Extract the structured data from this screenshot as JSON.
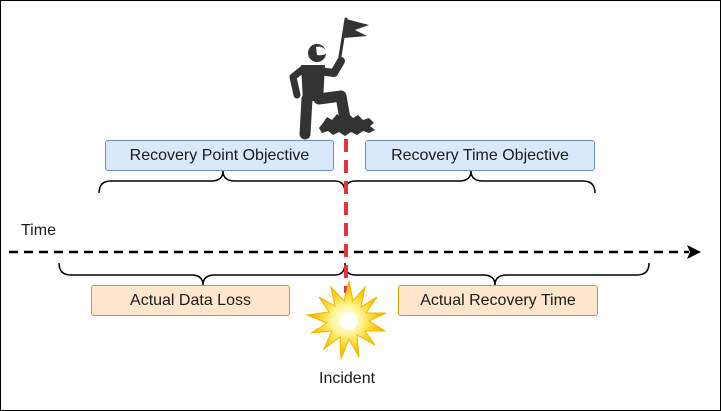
{
  "labels": {
    "rpo": "Recovery Point Objective",
    "rto": "Recovery Time Objective",
    "time": "Time",
    "data_loss": "Actual Data Loss",
    "recovery_time": "Actual Recovery Time",
    "incident": "Incident"
  },
  "icons": {
    "figure": "climber-with-flag-icon",
    "incident": "explosion-icon"
  },
  "colors": {
    "blue_fill": "#dae8fc",
    "blue_stroke": "#6c8ebf",
    "orange_fill": "#ffe6cc",
    "orange_stroke": "#d79b00",
    "incident_line": "#e5333b",
    "figure": "#333333"
  }
}
